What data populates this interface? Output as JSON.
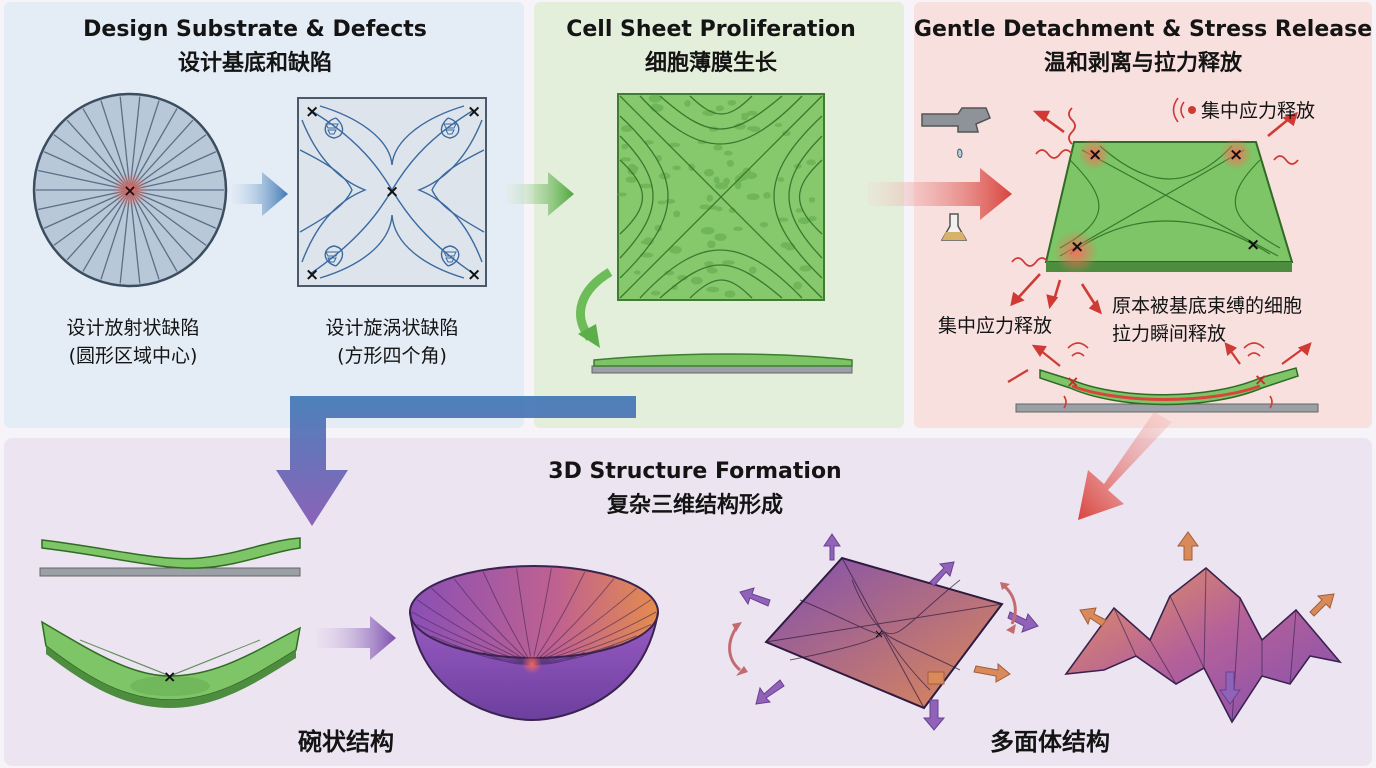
{
  "panels": {
    "design": {
      "title_en": "Design Substrate & Defects",
      "title_zh": "设计基底和缺陷",
      "radial_caption_1": "设计放射状缺陷",
      "radial_caption_2": "(圆形区域中心)",
      "vortex_caption_1": "设计旋涡状缺陷",
      "vortex_caption_2": "(方形四个角)"
    },
    "growth": {
      "title_en": "Cell Sheet Proliferation",
      "title_zh": "细胞薄膜生长"
    },
    "detach": {
      "title_en": "Gentle Detachment & Stress Release",
      "title_zh": "温和剥离与拉力释放",
      "stress_label_top": "集中应力释放",
      "stress_label_left": "集中应力释放",
      "release_note_1": "原本被基底束缚的细胞",
      "release_note_2": "拉力瞬间释放"
    },
    "formation": {
      "title_en": "3D Structure Formation",
      "title_zh": "复杂三维结构形成",
      "bowl_caption": "碗状结构",
      "polyhedron_caption": "多面体结构"
    }
  },
  "colors": {
    "design_bg": "#e4edf6",
    "growth_bg": "#e3efdb",
    "detach_bg": "#f8e0df",
    "formation_bg": "#ece5f1",
    "cell_green": "#7cc465",
    "arrow_blue": "#3f78b4",
    "arrow_green": "#5cae48",
    "arrow_red": "#d9443e",
    "arrow_purple": "#7d4fae"
  }
}
